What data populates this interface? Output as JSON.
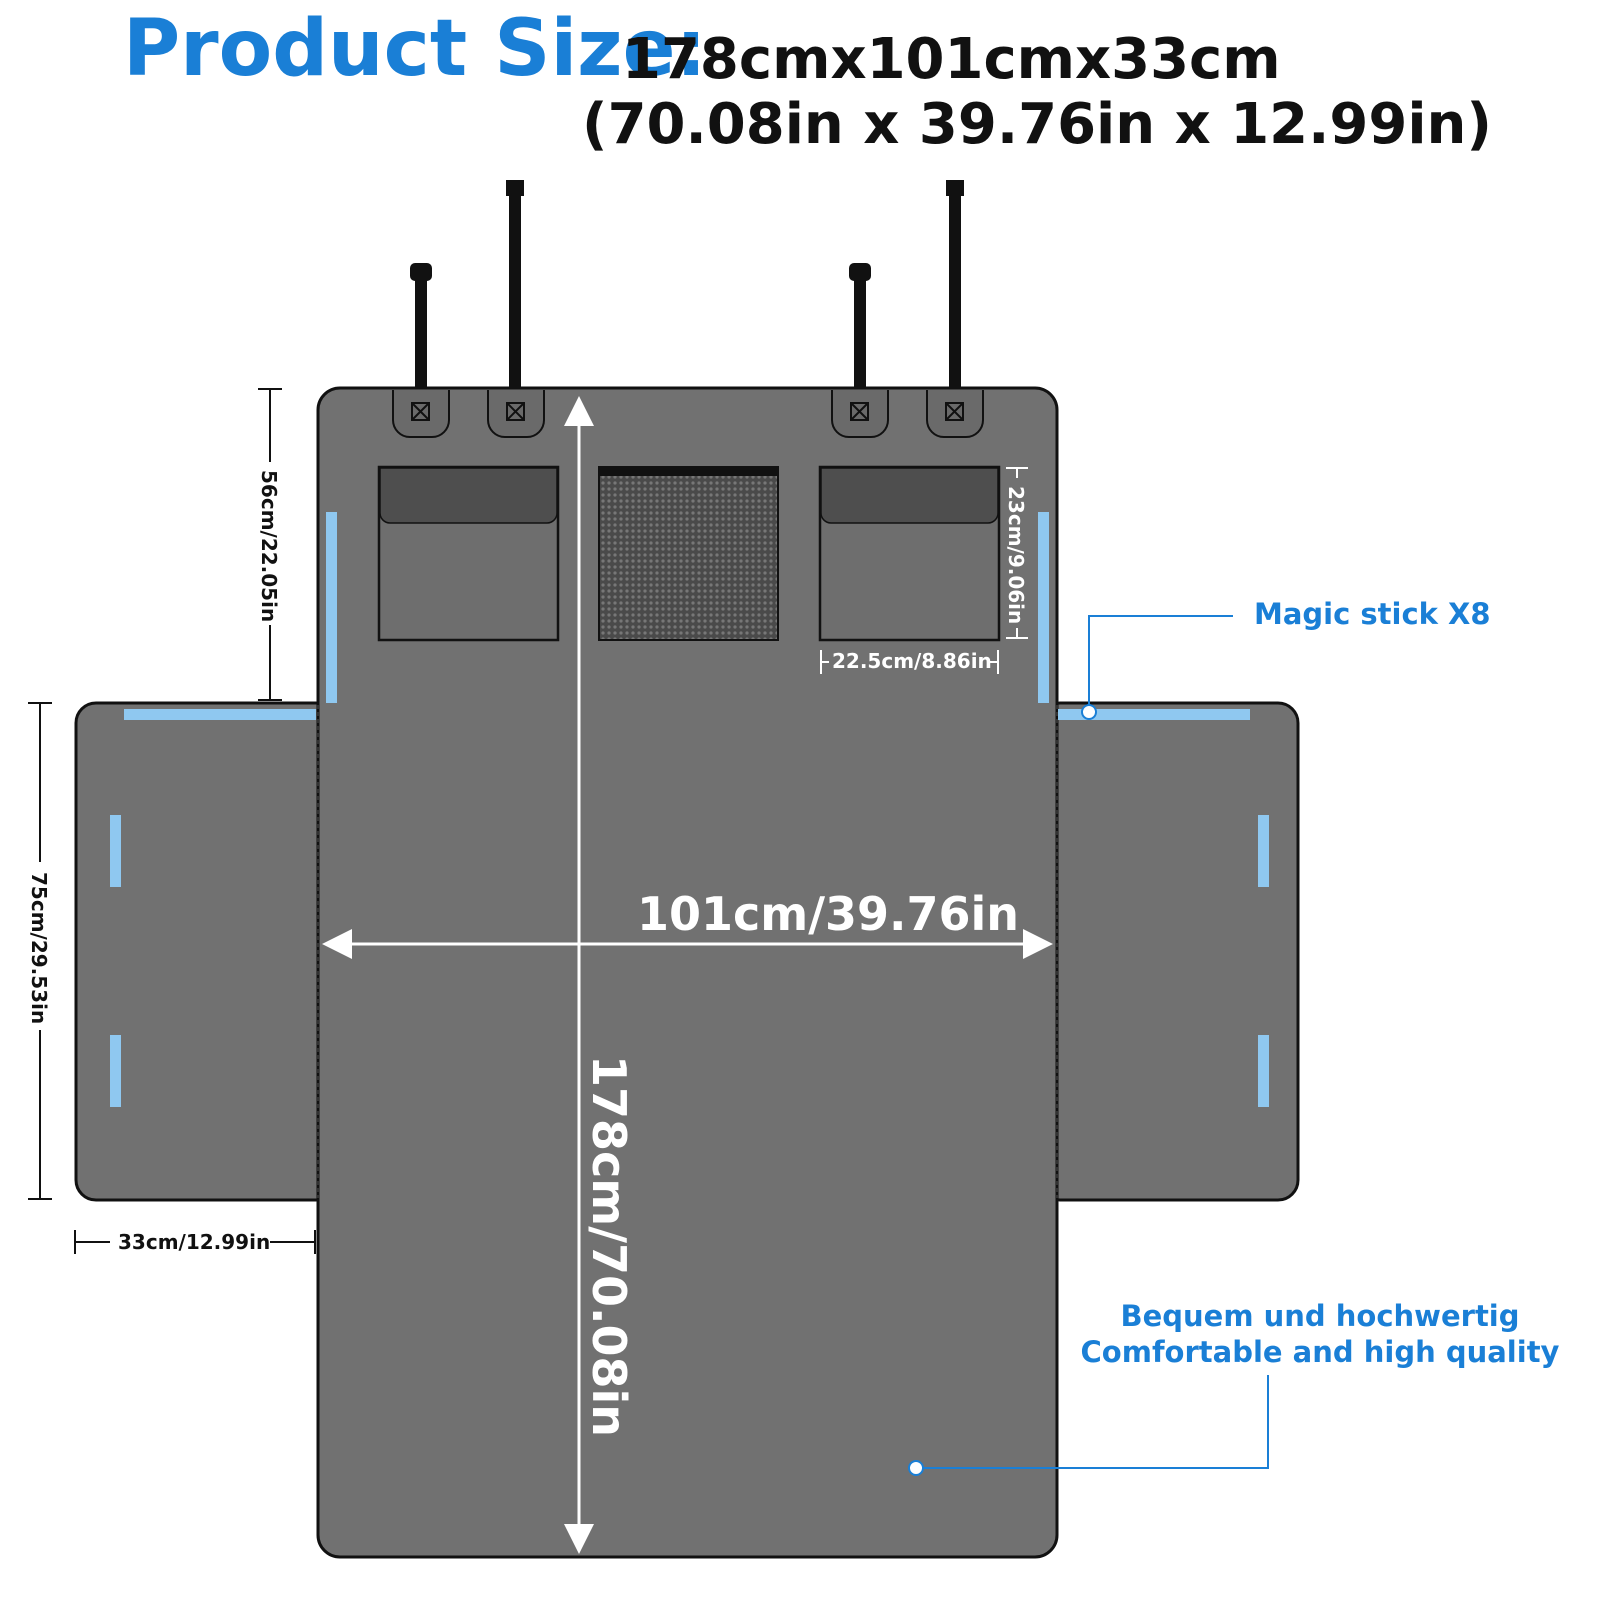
{
  "header": {
    "title": "Product Size:",
    "size_cm": "178cmx101cmx33cm",
    "size_in": "(70.08in x 39.76in x 12.99in)"
  },
  "dimensions": {
    "back_height": "56cm/22.05in",
    "flap_height": "75cm/29.53in",
    "flap_width": "33cm/12.99in",
    "width": "101cm/39.76in",
    "length": "178cm/70.08in",
    "pocket_height": "23cm/9.06in",
    "pocket_width": "22.5cm/8.86in"
  },
  "callouts": {
    "magic_stick": "Magic stick X8",
    "quality_de": "Bequem und hochwertig",
    "quality_en": "Comfortable and high quality"
  },
  "colors": {
    "accent": "#1a7fd6",
    "fabric": "#717171",
    "velcro": "#8fc8f0"
  }
}
